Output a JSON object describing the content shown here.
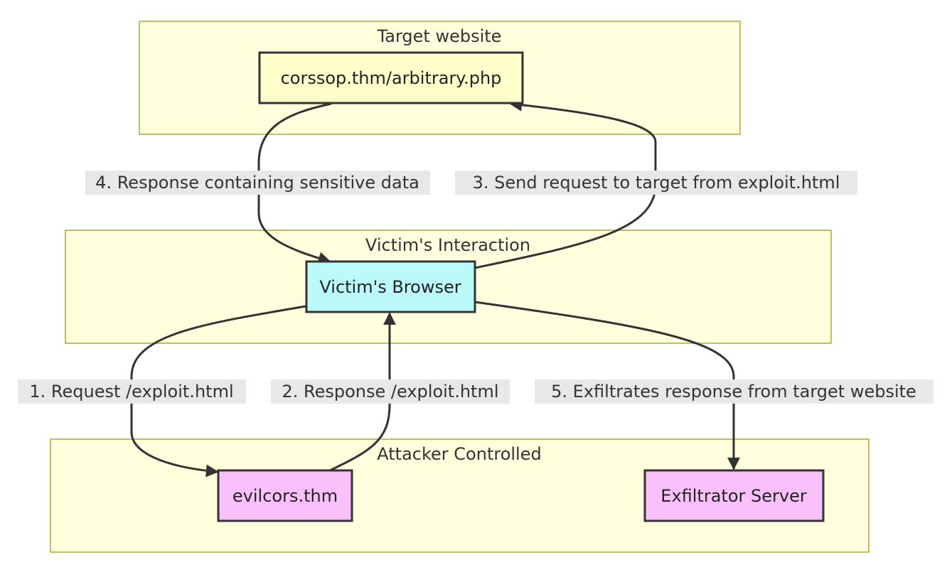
{
  "clusters": {
    "target": {
      "title": "Target website"
    },
    "victim": {
      "title": "Victim's Interaction"
    },
    "attacker": {
      "title": "Attacker Controlled"
    }
  },
  "nodes": {
    "target": {
      "label": "corssop.thm/arbitrary.php",
      "fill": "#ffffcc"
    },
    "browser": {
      "label": "Victim's Browser",
      "fill": "#bbf9fb"
    },
    "evil": {
      "label": "evilcors.thm",
      "fill": "#f9c0fb"
    },
    "exfil": {
      "label": "Exfiltrator Server",
      "fill": "#f9c0fb"
    }
  },
  "edges": {
    "e1": {
      "label": "1. Request /exploit.html"
    },
    "e2": {
      "label": "2. Response /exploit.html"
    },
    "e3": {
      "label": "3. Send request to target from exploit.html"
    },
    "e4": {
      "label": "4. Response containing sensitive data"
    },
    "e5": {
      "label": "5. Exfiltrates response from target website"
    }
  },
  "colors": {
    "cluster_fill": "#ffffde",
    "cluster_stroke": "#aaaa33",
    "edge": "#333333",
    "edge_label_bg": "#e8e8e8"
  }
}
